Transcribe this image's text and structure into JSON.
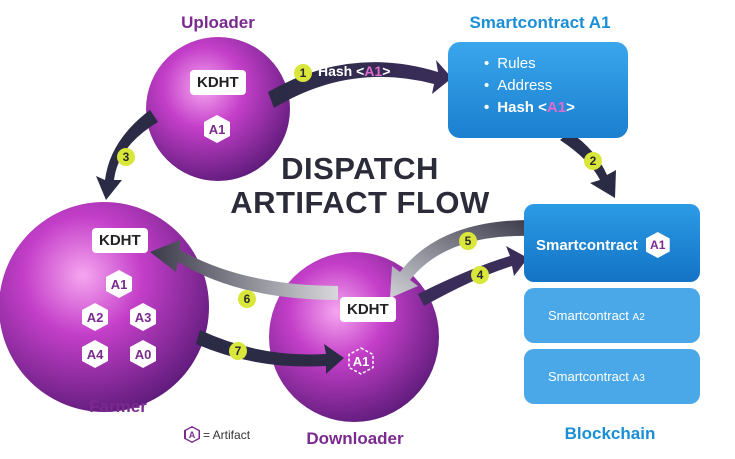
{
  "title": {
    "line1": "DISPATCH",
    "line2": "ARTIFACT FLOW"
  },
  "nodes": {
    "uploader": {
      "label": "Uploader",
      "kdht": "KDHT",
      "artifact": "A1"
    },
    "farmer": {
      "label": "Farmer",
      "kdht": "KDHT",
      "artifacts": [
        "A1",
        "A2",
        "A3",
        "A4",
        "A0"
      ]
    },
    "downloader": {
      "label": "Downloader",
      "kdht": "KDHT",
      "artifact": "A1"
    },
    "smartcontract": {
      "label": "Smartcontract A1",
      "items": [
        "Rules",
        "Address",
        "Hash"
      ],
      "hash_ref": "A1"
    },
    "blockchain": {
      "label": "Blockchain",
      "main": "Smartcontract",
      "main_ref": "A1",
      "sub": [
        {
          "text": "Smartcontract",
          "ref": "A2"
        },
        {
          "text": "Smartcontract",
          "ref": "A3"
        }
      ]
    }
  },
  "arrows": {
    "step1": {
      "num": "1",
      "label": "Hash",
      "ref": "A1"
    },
    "step2": {
      "num": "2"
    },
    "step3": {
      "num": "3"
    },
    "step4": {
      "num": "4"
    },
    "step5": {
      "num": "5"
    },
    "step6": {
      "num": "6"
    },
    "step7": {
      "num": "7"
    }
  },
  "legend": {
    "icon": "A",
    "text": "= Artifact"
  },
  "colors": {
    "purple": "#7a2a8e",
    "magenta": "#c43fc9",
    "blue": "#1b8fd6",
    "dark": "#2b2b3a",
    "badge": "#d9e63a"
  }
}
